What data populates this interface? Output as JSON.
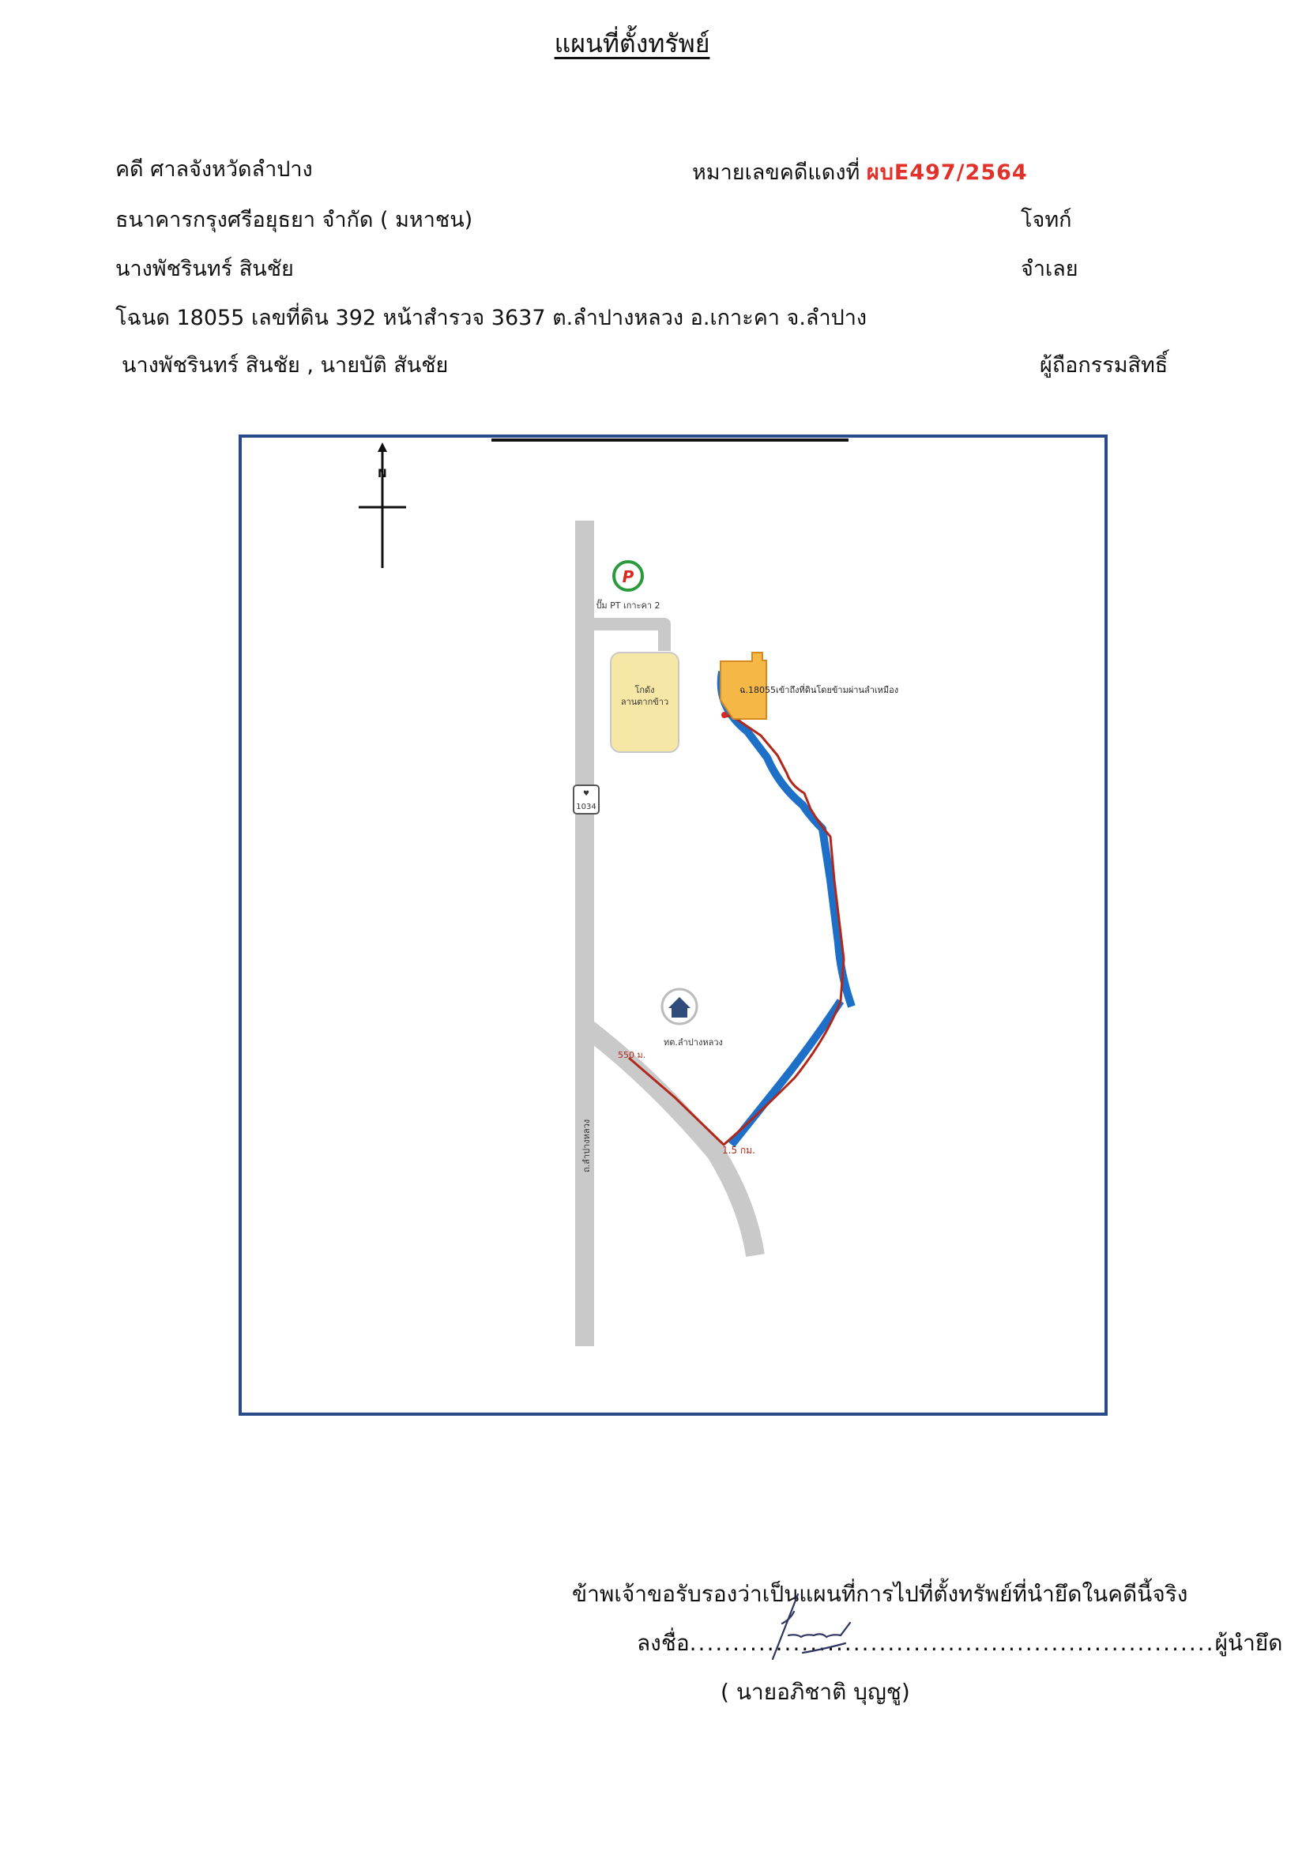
{
  "header": {
    "title": "แผนที่ตั้งทรัพย์"
  },
  "case": {
    "court": "คดี ศาลจังหวัดลำปาง",
    "red_case_label": "หมายเลขคดีแดงที่",
    "red_case_number": "ผบE497/2564",
    "plaintiff": "ธนาคารกรุงศรีอยุธยา จำกัด ( มหาชน)",
    "plaintiff_role": "โจทก์",
    "defendant": "นางพัชรินทร์  สินชัย",
    "defendant_role": "จำเลย",
    "deed_line": "โฉนด 18055  เลขที่ดิน 392 หน้าสำรวจ 3637 ต.ลำปางหลวง   อ.เกาะคา   จ.ลำปาง",
    "owners": "นางพัชรินทร์  สินชัย , นายบัติ  สันชัย",
    "owners_role": "ผู้ถือกรรมสิทธิ์"
  },
  "map": {
    "north_label": "N",
    "gas_station_label": "ปั๊ม PT เกาะคา 2",
    "warehouse_label_1": "โกดัง",
    "warehouse_label_2": "ลานตากข้าว",
    "route_number": "1034",
    "parcel_label": "ฉ.18055",
    "parcel_note": "เข้าถึงที่ดินโดยข้ามผ่านลำเหมือง",
    "office_label": "ทต.ลำปางหลวง",
    "distance_1": "550 ม.",
    "distance_2": "1.5 กม.",
    "road_label": "ถ.ลำปางหลวง",
    "colors": {
      "frame": "#2b4a8a",
      "road": "#c9c9c9",
      "route": "#b0281c",
      "canal": "#1e6fc8",
      "parcel": "#f5b847"
    }
  },
  "certification": {
    "statement": "ข้าพเจ้าขอรับรองว่าเป็นแผนที่การไปที่ตั้งทรัพย์ที่นำยึดในคดีนี้จริง",
    "sign_prefix": "ลงชื่อ",
    "sign_role": "ผู้นำยึด",
    "signer_name": "( นายอภิชาติ  บุญชู)"
  }
}
